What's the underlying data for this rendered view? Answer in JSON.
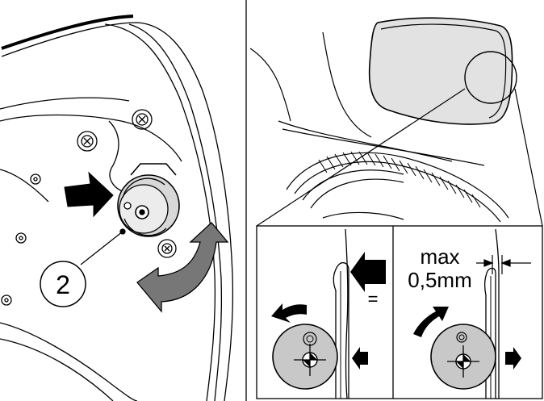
{
  "callout_number": "2",
  "max_label": "max",
  "gap_value": "0,5mm",
  "equal_sign": "=",
  "colors": {
    "line": "#000000",
    "wheel_fill": "#c8c8c8",
    "arrow_grey": "#777777",
    "mirror_fill": "#dedede"
  }
}
